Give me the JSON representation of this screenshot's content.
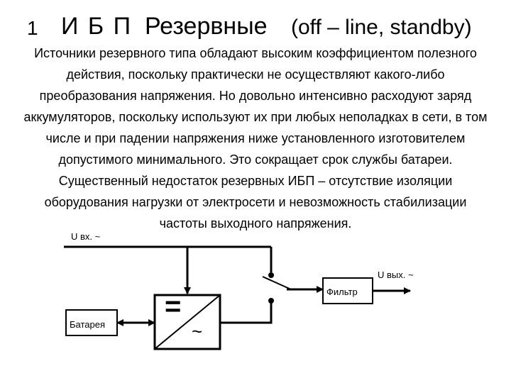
{
  "title": {
    "number": "1",
    "abbr": "И Б П",
    "word": "Резервные",
    "english": "(off – line, standby)"
  },
  "paragraph": "Источники резервного типа обладают высоким коэффициентом полезного действия, поскольку практически не осуществляют какого-либо преобразования напряжения. Но довольно интенсивно расходуют заряд аккумуляторов, поскольку используют их при любых неполадках в сети, в том числе и при падении напряжения ниже установленного изготовителем допустимого минимального. Это сокращает срок службы батареи. Существенный недостаток резервных ИБП – отсутствие изоляции оборудования нагрузки от электросети и невозможность стабилизации частоты выходного напряжения.",
  "diagram": {
    "u_in": "U вх. ~",
    "u_out": "U вых. ~",
    "battery": "Батарея",
    "filter": "Фильтр",
    "dc_symbol": "=",
    "ac_symbol": "~"
  }
}
